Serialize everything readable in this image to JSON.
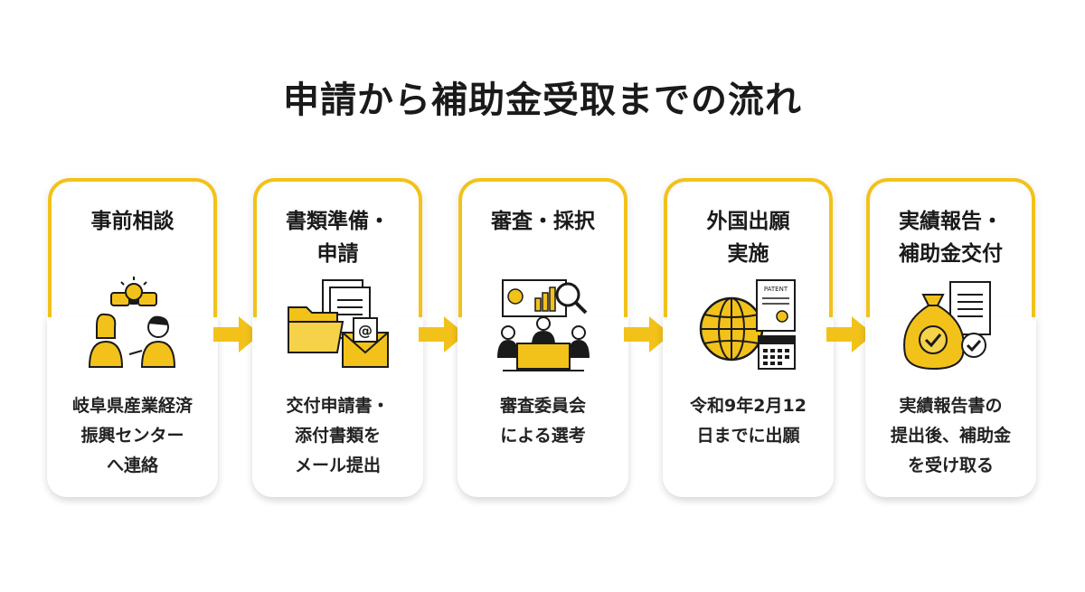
{
  "title": "申請から補助金受取までの流れ",
  "steps": [
    {
      "head": [
        "事前相談"
      ],
      "desc": [
        "岐阜県産業経済",
        "振興センター",
        "へ連絡"
      ],
      "icon": "consultation-icon"
    },
    {
      "head": [
        "書類準備・",
        "申請"
      ],
      "desc": [
        "交付申請書・",
        "添付書類を",
        "メール提出"
      ],
      "icon": "documents-mail-icon"
    },
    {
      "head": [
        "審査・採択"
      ],
      "desc": [
        "審査委員会",
        "による選考"
      ],
      "icon": "review-meeting-icon"
    },
    {
      "head": [
        "外国出願",
        "実施"
      ],
      "desc": [
        "令和9年2月12",
        "日までに出願"
      ],
      "icon": "globe-patent-icon",
      "patent_label": "PATENT"
    },
    {
      "head": [
        "実績報告・",
        "補助金交付"
      ],
      "desc": [
        "実績報告書の",
        "提出後、補助金",
        "を受け取る"
      ],
      "icon": "money-bag-report-icon"
    }
  ],
  "colors": {
    "accent": "#f2c21a",
    "dark": "#1a1a1a"
  }
}
